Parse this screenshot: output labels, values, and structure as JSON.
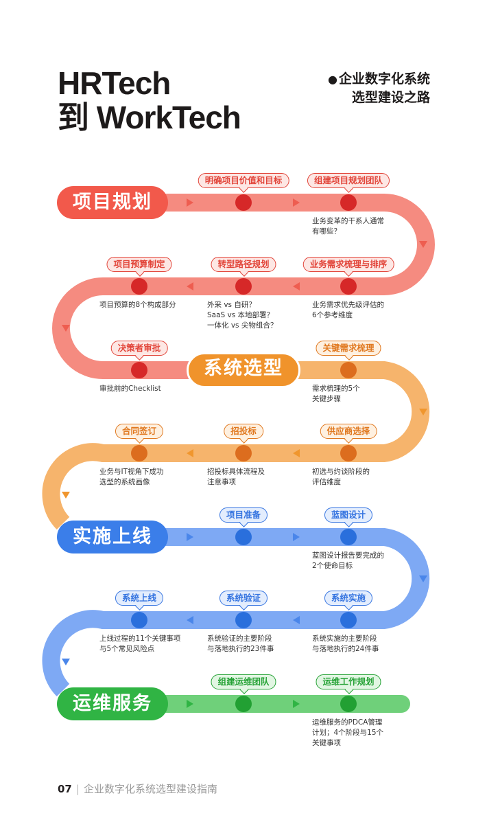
{
  "header": {
    "title_line1": "HRTech",
    "title_line2": "到 WorkTech",
    "subtitle_bullet": "●",
    "subtitle_line1": "企业数字化系统",
    "subtitle_line2": "选型建设之路"
  },
  "colors": {
    "planning": {
      "pill": "#f2594b",
      "track": "#f58b80",
      "node": "#d62828",
      "tag_bg": "#fde7e4",
      "tag_text": "#e2453a"
    },
    "selection": {
      "pill": "#f0932b",
      "track": "#f6b46c",
      "node": "#dc6d1e",
      "tag_bg": "#fef0e0",
      "tag_text": "#e0781f"
    },
    "launch": {
      "pill": "#3b7ee9",
      "track": "#7ea9f4",
      "node": "#2a6fdc",
      "tag_bg": "#e3edfd",
      "tag_text": "#3574e0"
    },
    "operations": {
      "pill": "#30b444",
      "track": "#6fd07a",
      "node": "#22a033",
      "tag_bg": "#e2f6e3",
      "tag_text": "#26a236"
    }
  },
  "stages": [
    {
      "label": "项目规划"
    },
    {
      "label": "系统选型"
    },
    {
      "label": "实施上线"
    },
    {
      "label": "运维服务"
    }
  ],
  "nodes": [
    {
      "tag": "明确项目价值和目标",
      "desc": []
    },
    {
      "tag": "组建项目规划团队",
      "desc": [
        "业务变革的干系人通常",
        "有哪些？"
      ]
    },
    {
      "tag": "业务需求梳理与排序",
      "desc": [
        "业务需求优先级评估的",
        "6个参考维度"
      ]
    },
    {
      "tag": "转型路径规划",
      "desc": [
        "外采 vs 自研？",
        "SaaS vs 本地部署？",
        "一体化 vs 尖物组合？"
      ]
    },
    {
      "tag": "项目预算制定",
      "desc": [
        "项目预算的8个构成部分"
      ]
    },
    {
      "tag": "决策者审批",
      "desc": [
        "审批前的Checklist"
      ]
    },
    {
      "tag": "关键需求梳理",
      "desc": [
        "需求梳理的5个",
        "关键步骤"
      ]
    },
    {
      "tag": "供应商选择",
      "desc": [
        "初选与约谈阶段的",
        "评估维度"
      ]
    },
    {
      "tag": "招投标",
      "desc": [
        "招投标具体流程及",
        "注意事项"
      ]
    },
    {
      "tag": "合同签订",
      "desc": [
        "业务与IT视角下成功",
        "选型的系统画像"
      ]
    },
    {
      "tag": "项目准备",
      "desc": []
    },
    {
      "tag": "蓝图设计",
      "desc": [
        "蓝图设计报告要完成的",
        "2个使命目标"
      ]
    },
    {
      "tag": "系统实施",
      "desc": [
        "系统实施的主要阶段",
        "与落地执行的24件事"
      ]
    },
    {
      "tag": "系统验证",
      "desc": [
        "系统验证的主要阶段",
        "与落地执行的23件事"
      ]
    },
    {
      "tag": "系统上线",
      "desc": [
        "上线过程的11个关键事项",
        "与5个常见风险点"
      ]
    },
    {
      "tag": "组建运维团队",
      "desc": []
    },
    {
      "tag": "运维工作规划",
      "desc": [
        "运维服务的PDCA管理",
        "计划；4个阶段与15个",
        "关键事项"
      ]
    }
  ],
  "footer": {
    "page": "07",
    "separator": "|",
    "text": "企业数字化系统选型建设指南"
  }
}
